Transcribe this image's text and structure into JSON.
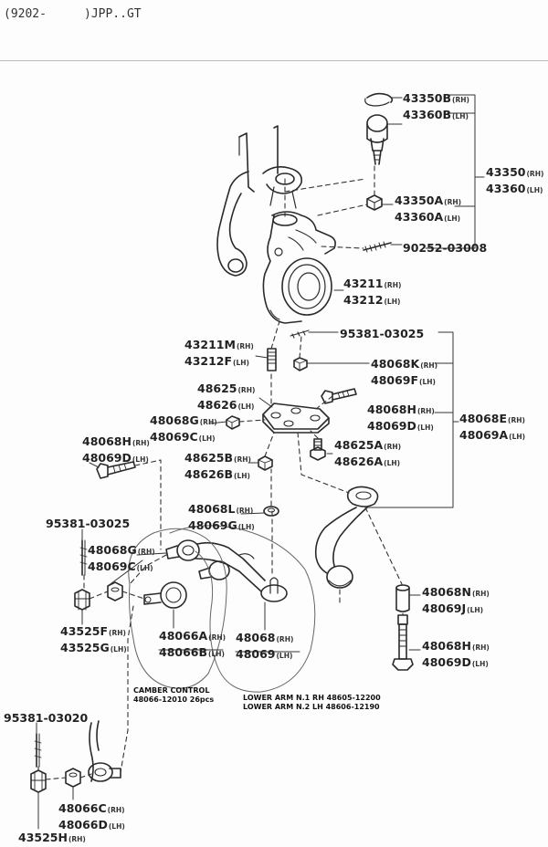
{
  "header": {
    "code": "(9202-",
    "model": ")JPP..GT"
  },
  "parts": {
    "p43350B": {
      "a": "43350B",
      "as": "(RH)",
      "b": "43360B",
      "bs": "(LH)"
    },
    "p43350": {
      "a": "43350",
      "as": "(RH)",
      "b": "43360",
      "bs": "(LH)"
    },
    "p43350A": {
      "a": "43350A",
      "as": "(RH)",
      "b": "43360A",
      "bs": "(LH)"
    },
    "p90252": {
      "a": "90252-03008"
    },
    "p43211": {
      "a": "43211",
      "as": "(RH)",
      "b": "43212",
      "bs": "(LH)"
    },
    "p95381a": {
      "a": "95381-03025"
    },
    "p43211M": {
      "a": "43211M",
      "as": "(RH)",
      "b": "43212F",
      "bs": "(LH)"
    },
    "p48068K": {
      "a": "48068K",
      "as": "(RH)",
      "b": "48069F",
      "bs": "(LH)"
    },
    "p48625": {
      "a": "48625",
      "as": "(RH)",
      "b": "48626",
      "bs": "(LH)"
    },
    "p48068Hm": {
      "a": "48068H",
      "as": "(RH)",
      "b": "48069D",
      "bs": "(LH)"
    },
    "p48068E": {
      "a": "48068E",
      "as": "(RH)",
      "b": "48069A",
      "bs": "(LH)"
    },
    "p48068G": {
      "a": "48068G",
      "as": "(RH)",
      "b": "48069C",
      "bs": "(LH)"
    },
    "p48068Hl": {
      "a": "48068H",
      "as": "(RH)",
      "b": "48069D",
      "bs": "(LH)"
    },
    "p48625A": {
      "a": "48625A",
      "as": "(RH)",
      "b": "48626A",
      "bs": "(LH)"
    },
    "p48625B": {
      "a": "48625B",
      "as": "(RH)",
      "b": "48626B",
      "bs": "(LH)"
    },
    "p48068L": {
      "a": "48068L",
      "as": "(RH)",
      "b": "48069G",
      "bs": "(LH)"
    },
    "p95381b": {
      "a": "95381-03025"
    },
    "p48068Gb": {
      "a": "48068G",
      "as": "(RH)",
      "b": "48069C",
      "bs": "(LH)"
    },
    "p43525F": {
      "a": "43525F",
      "as": "(RH)",
      "b": "43525G",
      "bs": "(LH)"
    },
    "p48066A": {
      "a": "48066A",
      "as": "(RH)",
      "b": "48066B",
      "bs": "(LH)"
    },
    "p48066": {
      "a": "48068",
      "as": "(RH)",
      "b": "48069",
      "bs": "(LH)"
    },
    "p48068N": {
      "a": "48068N",
      "as": "(RH)",
      "b": "48069J",
      "bs": "(LH)"
    },
    "p48068Hr": {
      "a": "48068H",
      "as": "(RH)",
      "b": "48069D",
      "bs": "(LH)"
    },
    "p95381c": {
      "a": "95381-03020"
    },
    "p48066C": {
      "a": "48066C",
      "as": "(RH)",
      "b": "48066D",
      "bs": "(LH)"
    },
    "p43525H": {
      "a": "43525H",
      "as": "(RH)"
    }
  },
  "notes": {
    "camber": {
      "line1": "CAMBER CONTROL",
      "line2": "48066-12010 26pcs"
    },
    "lower_arm": {
      "line1": "LOWER ARM N.1 RH 48605-12200",
      "line2": "LOWER ARM N.2 LH 48606-12190"
    }
  },
  "colors": {
    "ink": "#2a2a2a",
    "paper": "#fdfdfd",
    "header_rule": "#bbbbbb"
  }
}
